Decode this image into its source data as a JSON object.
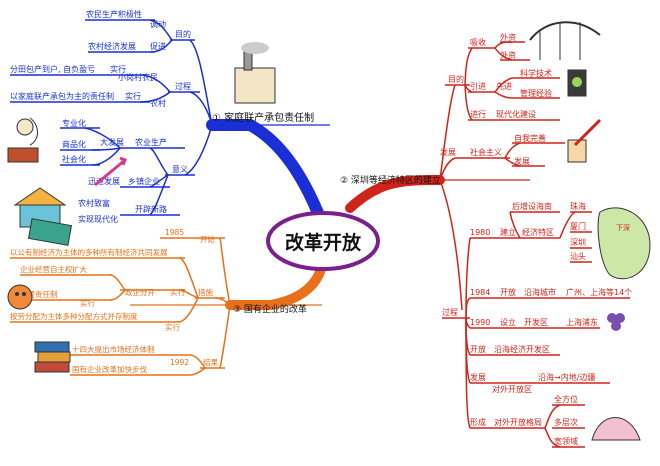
{
  "center": {
    "title": "改革开放"
  },
  "colors": {
    "blue": "#1a2fd6",
    "red": "#d0241b",
    "orange": "#e8701a",
    "purple": "#7a1f8c"
  },
  "branches": {
    "b1": {
      "label": "① 家庭联产承包责任制",
      "purpose": {
        "label": "目的",
        "items": [
          "调动",
          "农民生产积极性",
          "促进",
          "农村经济发展"
        ]
      },
      "process": {
        "label": "过程",
        "items": [
          "实行",
          "分田包产到户, 自负盈亏",
          "小岗村农民",
          "实行",
          "以家庭联产承包为主的责任制",
          "农村"
        ]
      },
      "meaning": {
        "label": "意义",
        "agri": {
          "label": "农业生产",
          "items": [
            "专业化",
            "商品化",
            "社会化"
          ],
          "big": "大发展"
        },
        "township": {
          "label": "乡镇企业",
          "items": [
            "迅速发展"
          ]
        },
        "newroad": {
          "label": "开辟新路",
          "items": [
            "农村致富",
            "实现现代化"
          ]
        }
      }
    },
    "b2": {
      "label": "② 深圳等经济特区的建立",
      "purpose": {
        "label": "目的",
        "items": [
          "吸收",
          "外资",
          "外资",
          "引进",
          "先进",
          "科学技术",
          "管理经验",
          "进行",
          "现代化建设"
        ]
      },
      "influence": {
        "label": "发展",
        "items": [
          "社会主义",
          "自我完善",
          "发展"
        ]
      },
      "process": {
        "label": "过程",
        "items": [
          "1980",
          "建立",
          "经济特区",
          "后增设海南",
          "珠海",
          "厦门",
          "深圳",
          "汕头",
          "1984",
          "开放",
          "沿海城市",
          "广州、上海等14个",
          "1990",
          "设立",
          "开发区",
          "上海浦东",
          "开放",
          "沿海经济开发区",
          "发展",
          "对外开放区",
          "沿海→内地/边疆",
          "形成",
          "对外开放格局",
          "全方位",
          "多层次",
          "宽领域"
        ]
      }
    },
    "b3": {
      "label": "③ 国有企业的改革",
      "start": {
        "label": "开始",
        "items": [
          "1985"
        ]
      },
      "measures": {
        "label": "措施",
        "items": [
          "以公有制经济为主体的多种所有制经济共同发展",
          "扩大",
          "企业经营自主权",
          "实行",
          "政企分开",
          "经营责任制",
          "实行",
          "按劳分配为主体多种分配方式并存制度",
          "实行"
        ]
      },
      "result": {
        "label": "结果",
        "items": [
          "1992",
          "十四大提出市场经济体制",
          "国有企业改革加快步伐"
        ]
      }
    }
  }
}
